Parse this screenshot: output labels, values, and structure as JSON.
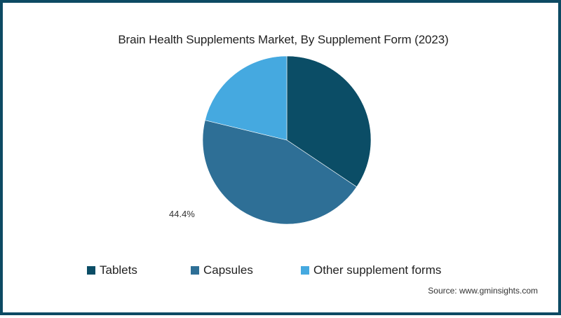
{
  "chart_data": {
    "type": "pie",
    "title": "Brain Health Supplements Market, By Supplement Form (2023)",
    "categories": [
      "Tablets",
      "Capsules",
      "Other supplement forms"
    ],
    "values": [
      34.4,
      44.4,
      21.2
    ],
    "colors": [
      "#0b4d66",
      "#2e6f96",
      "#45a9e0"
    ],
    "labels_shown": [
      {
        "category": "Capsules",
        "text": "44.4%"
      }
    ],
    "start_angle_deg": 0,
    "direction": "clockwise",
    "legend_position": "bottom"
  },
  "header": {
    "title": "Brain Health Supplements Market, By Supplement Form (2023)"
  },
  "annotations": {
    "capsules_pct": "44.4%"
  },
  "legend": {
    "items": [
      {
        "label": "Tablets",
        "color": "#0b4d66"
      },
      {
        "label": "Capsules",
        "color": "#2e6f96"
      },
      {
        "label": "Other supplement forms",
        "color": "#45a9e0"
      }
    ]
  },
  "footer": {
    "source": "Source: www.gminsights.com"
  },
  "colors": {
    "border": "#0d4a63"
  }
}
